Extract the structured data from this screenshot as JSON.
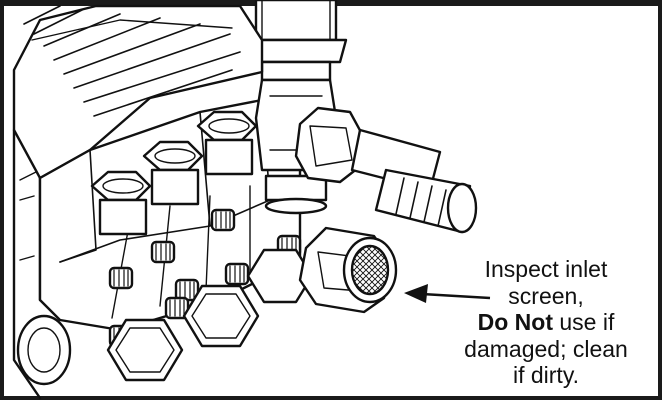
{
  "caption": {
    "line1": "Inspect inlet",
    "line2": "screen,",
    "line3_bold": "Do Not",
    "line3_rest": " use if",
    "line4": "damaged; clean",
    "line5": "if dirty."
  },
  "colors": {
    "ink": "#111111",
    "paper": "#ffffff",
    "border": "#1a1a1a"
  },
  "icons": {
    "arrow": "pointer-arrow-icon"
  }
}
